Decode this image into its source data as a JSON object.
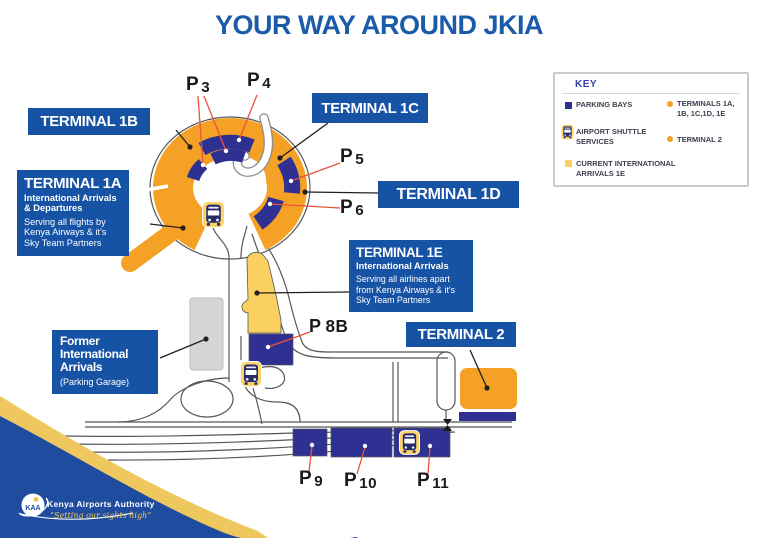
{
  "title": "YOUR WAY AROUND JKIA",
  "key": {
    "heading": "KEY",
    "left": [
      {
        "icon": "parking-square",
        "label": "PARKING BAYS"
      },
      {
        "icon": "shuttle-bus",
        "label": "AIRPORT SHUTTLE SERVICES"
      },
      {
        "icon": "arrivals-square",
        "label": "CURRENT INTERNATIONAL ARRIVALS 1E"
      }
    ],
    "right": [
      {
        "icon": "terminal-dot",
        "label": "TERMINALS 1A, 1B, 1C,1D, 1E"
      },
      {
        "icon": "terminal-dot",
        "label": "TERMINAL 2"
      }
    ]
  },
  "terminals": {
    "t1b": {
      "name": "TERMINAL 1B"
    },
    "t1a": {
      "name": "TERMINAL 1A",
      "subtitle": "International Arrivals & Departures",
      "desc": "Serving all flights by Kenya Airways & it's Sky Team Partners"
    },
    "t1c": {
      "name": "TERMINAL 1C"
    },
    "t1d": {
      "name": "TERMINAL 1D"
    },
    "t1e": {
      "name": "TERMINAL 1E",
      "subtitle": "International Arrivals",
      "desc": "Serving all airlines apart from Kenya Airways & it's Sky Team Partners"
    },
    "t2": {
      "name": "TERMINAL 2"
    },
    "former": {
      "name": "Former International Arrivals",
      "subtitle": "(Parking Garage)"
    }
  },
  "parking": {
    "p3": {
      "p": "P",
      "n": "3"
    },
    "p4": {
      "p": "P",
      "n": "4"
    },
    "p5": {
      "p": "P",
      "n": "5"
    },
    "p6": {
      "p": "P",
      "n": "6"
    },
    "p8b": {
      "p": "P",
      "n": "8B"
    },
    "p9": {
      "p": "P",
      "n": "9"
    },
    "p10": {
      "p": "P",
      "n": "10"
    },
    "p11": {
      "p": "P",
      "n": "11"
    }
  },
  "footer": {
    "logo_acronym": "KAA",
    "org": "Kenya Airports Authority",
    "slogan": "“Setting our sights high”"
  },
  "colors": {
    "title_blue": "#1B5CA8",
    "label_blue": "#1753A4",
    "terminal_orange": "#F5A125",
    "parking_navy": "#2E3192",
    "arrivals_yellow": "#FAD160",
    "leader_red": "#E8533A",
    "brand_navy": "#1F4C9F",
    "band_gold": "#EFC75F"
  }
}
